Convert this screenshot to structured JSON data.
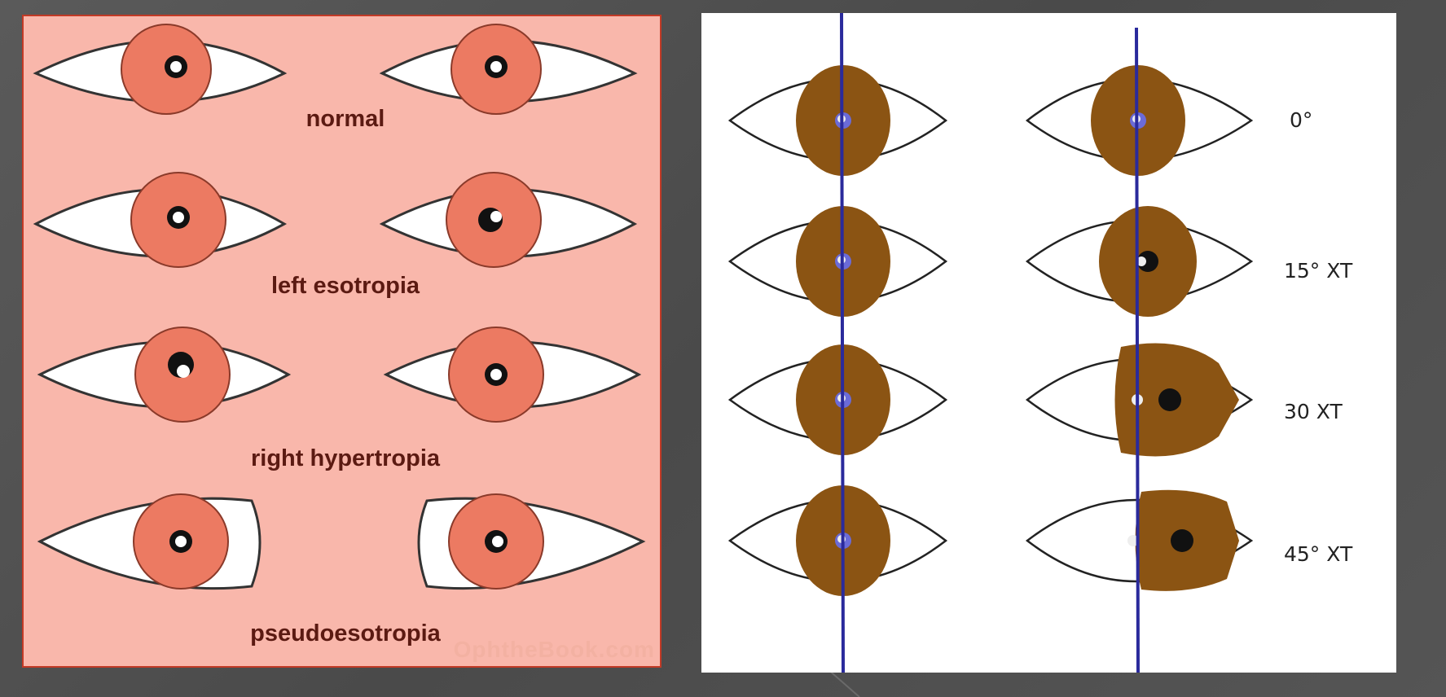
{
  "left_panel": {
    "rows": [
      {
        "label": "normal"
      },
      {
        "label": "left esotropia"
      },
      {
        "label": "right hypertropia"
      },
      {
        "label": "pseudoesotropia"
      }
    ],
    "watermark": "OphtheBook.com",
    "colors": {
      "background": "#f9b7ab",
      "border": "#c23a26",
      "iris": "#ec7a62",
      "label": "#5b1a12"
    }
  },
  "right_panel": {
    "rows": [
      {
        "label": "0°"
      },
      {
        "label": "15° XT"
      },
      {
        "label": "30 XT"
      },
      {
        "label": "45° XT"
      }
    ],
    "colors": {
      "iris": "#8b5413",
      "reference_line": "#2a2a9c"
    }
  }
}
